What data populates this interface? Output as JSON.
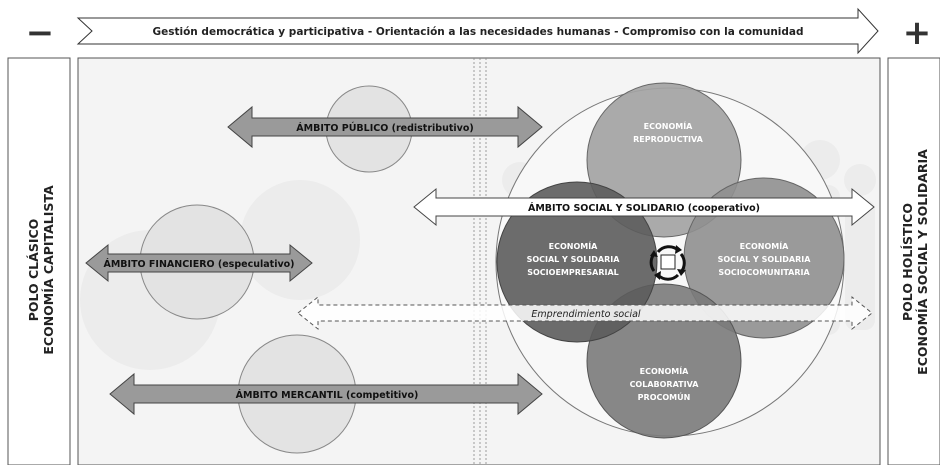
{
  "header": {
    "minus": "−",
    "plus": "+",
    "banner": "Gestión democrática y participativa - Orientación a las necesidades humanas - Compromiso con la comunidad"
  },
  "poles": {
    "left_line1": "POLO CLÁSICO",
    "left_line2": "ECONOMÍA CAPITALISTA",
    "right_line1": "POLO HOLÍSTICO",
    "right_line2": "ECONOMÍA SOCIAL Y SOLIDARIA"
  },
  "arrows": {
    "publico": "ÁMBITO PÚBLICO (redistributivo)",
    "financiero": "ÁMBITO FINANCIERO (especulativo)",
    "mercantil": "ÁMBITO MERCANTIL (competitivo)",
    "social": "ÁMBITO SOCIAL Y SOLIDARIO (cooperativo)",
    "emprendimiento": "Emprendimiento social"
  },
  "circles": {
    "reproductiva": [
      "ECONOMÍA",
      "REPRODUCTIVA"
    ],
    "socioempresarial": [
      "ECONOMÍA",
      "SOCIAL Y SOLIDARIA",
      "SOCIOEMPRESARIAL"
    ],
    "sociocomunitaria": [
      "ECONOMÍA",
      "SOCIAL Y SOLIDARIA",
      "SOCIOCOMUNITARIA"
    ],
    "colaborativa": [
      "ECONOMÍA",
      "COLABORATIVA",
      "PROCOMÚN"
    ]
  },
  "colors": {
    "page_bg": "#f4f4f4",
    "arrow_fill": "#9a9a9a",
    "light_circle": "#e3e3e3",
    "reproductiva": "#a3a3a3",
    "socioempresarial": "#5c5c5c",
    "sociocomunitaria": "#8f8f8f",
    "colaborativa": "#7a7a7a"
  }
}
